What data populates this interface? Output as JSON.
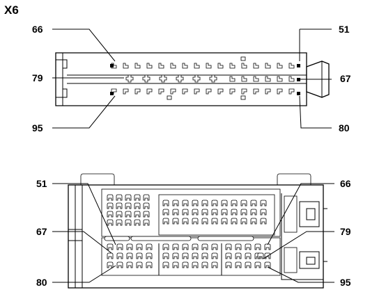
{
  "diagram": {
    "title": "X6",
    "top_connector": {
      "labels": {
        "top_left": "66",
        "top_right": "51",
        "mid_left": "79",
        "mid_right": "67",
        "bottom_left": "95",
        "bottom_right": "80"
      }
    },
    "bottom_connector": {
      "labels": {
        "top_left": "51",
        "top_right": "66",
        "mid_left": "67",
        "mid_right": "79",
        "bottom_left": "80",
        "bottom_right": "95"
      }
    }
  }
}
